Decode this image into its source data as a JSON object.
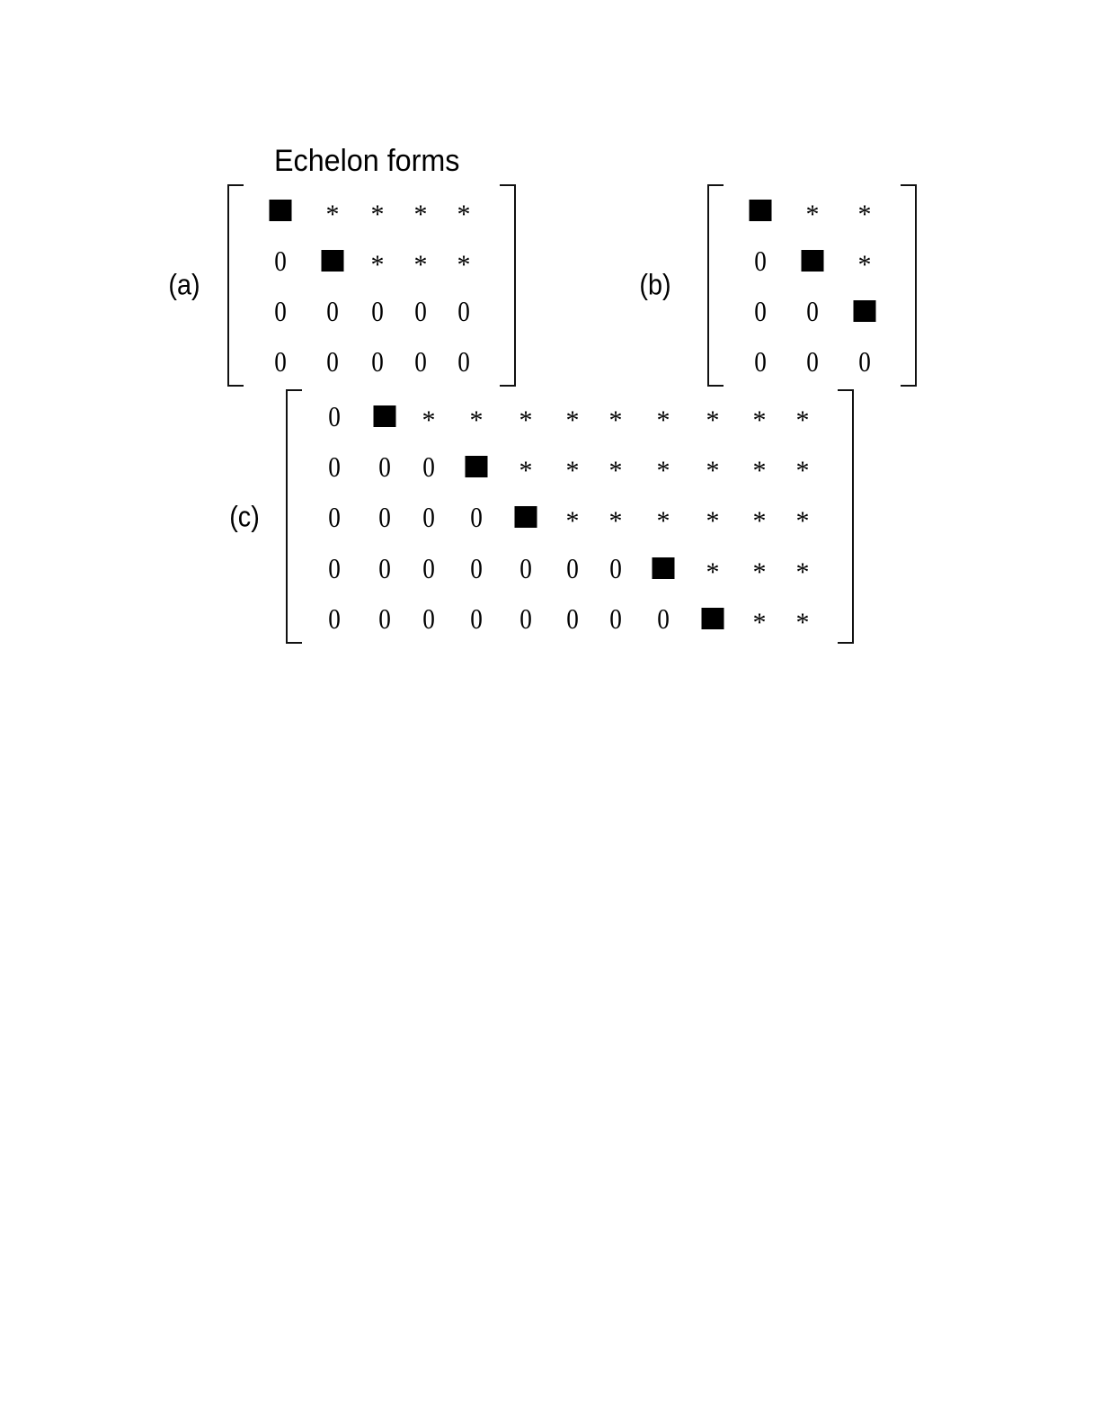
{
  "title": "Echelon forms",
  "matrices": [
    {
      "label": "(a)",
      "rows": [
        [
          "■",
          "*",
          "*",
          "*",
          "*"
        ],
        [
          "0",
          "■",
          "*",
          "*",
          "*"
        ],
        [
          "0",
          "0",
          "0",
          "0",
          "0"
        ],
        [
          "0",
          "0",
          "0",
          "0",
          "0"
        ]
      ]
    },
    {
      "label": "(b)",
      "rows": [
        [
          "■",
          "*",
          "*"
        ],
        [
          "0",
          "■",
          "*"
        ],
        [
          "0",
          "0",
          "■"
        ],
        [
          "0",
          "0",
          "0"
        ]
      ]
    },
    {
      "label": "(c)",
      "rows": [
        [
          "0",
          "■",
          "*",
          "*",
          "*",
          "*",
          "*",
          "*",
          "*",
          "*",
          "*"
        ],
        [
          "0",
          "0",
          "0",
          "■",
          "*",
          "*",
          "*",
          "*",
          "*",
          "*",
          "*"
        ],
        [
          "0",
          "0",
          "0",
          "0",
          "■",
          "*",
          "*",
          "*",
          "*",
          "*",
          "*"
        ],
        [
          "0",
          "0",
          "0",
          "0",
          "0",
          "0",
          "0",
          "■",
          "*",
          "*",
          "*"
        ],
        [
          "0",
          "0",
          "0",
          "0",
          "0",
          "0",
          "0",
          "0",
          "■",
          "*",
          "*"
        ]
      ]
    }
  ],
  "legend": {
    "pivot_symbol": "■",
    "any_value_symbol": "*"
  }
}
